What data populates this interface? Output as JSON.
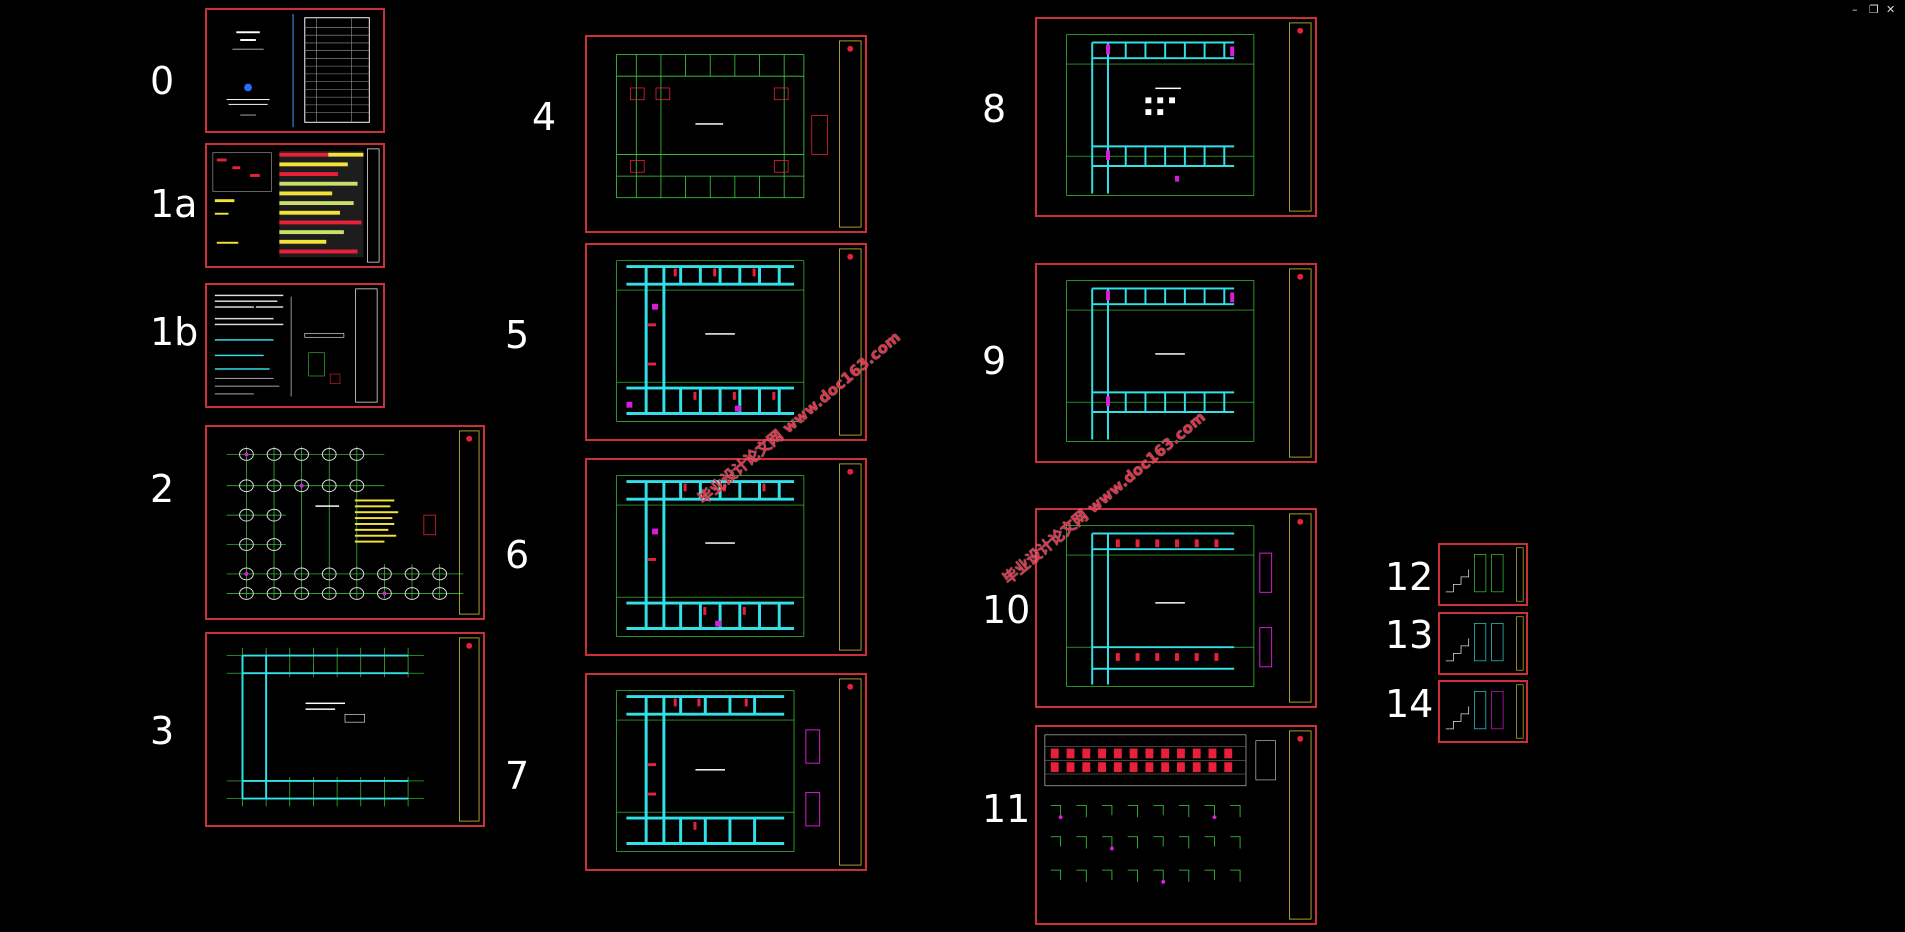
{
  "window_controls": {
    "minimize": "–",
    "restore": "❐",
    "close": "✕"
  },
  "sheet_labels": {
    "s0": "0",
    "s1a": "1a",
    "s1b": "1b",
    "s2": "2",
    "s3": "3",
    "s4": "4",
    "s5": "5",
    "s6": "6",
    "s7": "7",
    "s8": "8",
    "s9": "9",
    "s10": "10",
    "s11": "11",
    "s12": "12",
    "s13": "13",
    "s14": "14"
  },
  "watermarks": {
    "w1": "毕业设计论文网 www.doc163.com",
    "w2": "毕业设计论文网 www.doc163.com"
  },
  "colors": {
    "frame": "#c9303a",
    "grid": "#3fd23f",
    "beam": "#32e0e8",
    "red": "#e8213a",
    "magenta": "#d81ed8",
    "yellow": "#f2e23a"
  }
}
